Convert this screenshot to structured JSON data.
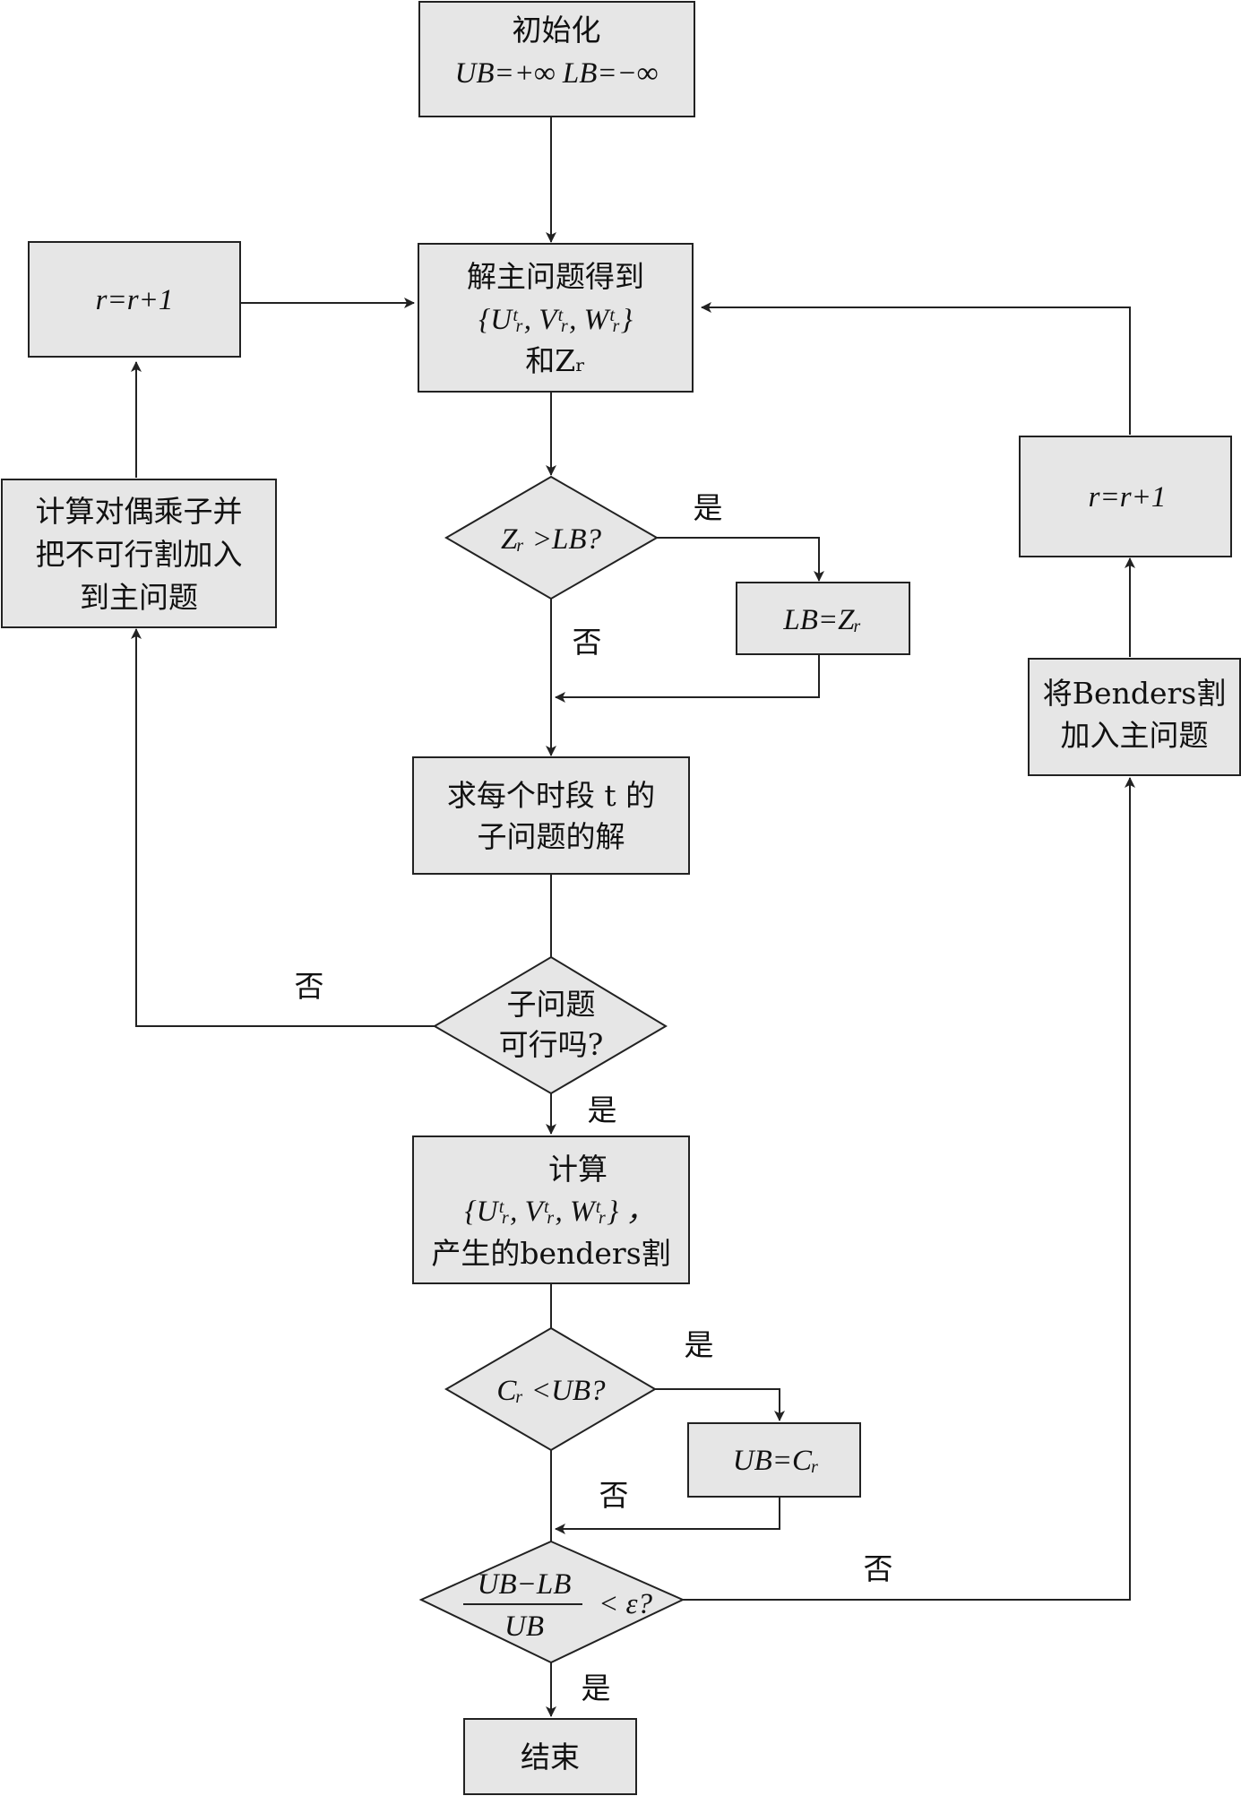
{
  "nodes": {
    "init": {
      "line1": "初始化",
      "line2": "UB=+∞   LB=−∞"
    },
    "master": {
      "line1": "解主问题得到",
      "line2": "{Uᵗᵣ, Vᵗᵣ, Wᵗᵣ}",
      "line3": "和Zᵣ"
    },
    "inc_left": {
      "text": "r=r+1"
    },
    "inc_right": {
      "text": "r=r+1"
    },
    "dual": {
      "line1": "计算对偶乘子并",
      "line2": "把不可行割加入",
      "line3": "到主问题"
    },
    "dec_lb": {
      "text": "Zᵣ >LB?"
    },
    "set_lb": {
      "text": "LB=Zᵣ"
    },
    "sub_solve": {
      "line1": "求每个时段 t 的",
      "line2": "子问题的解"
    },
    "dec_feasible": {
      "line1": "子问题",
      "line2": "可行吗?"
    },
    "compute": {
      "line1": "计算",
      "line2": "{Uᵗᵣ, Vᵗᵣ, Wᵗᵣ} ，",
      "line3": "产生的benders割"
    },
    "dec_ub": {
      "text": "Cᵣ <UB?"
    },
    "set_ub": {
      "text": "UB=Cᵣ"
    },
    "add_benders": {
      "line1": "将Benders割",
      "line2": "加入主问题"
    },
    "dec_conv": {
      "numerator": "UB−LB",
      "denominator": "UB",
      "rhs": "< ε?"
    },
    "end": {
      "text": "结束"
    }
  },
  "edge_labels": {
    "lb_yes": "是",
    "lb_no": "否",
    "feasible_no": "否",
    "feasible_yes": "是",
    "ub_yes": "是",
    "ub_no": "否",
    "conv_no": "否",
    "conv_yes": "是"
  }
}
